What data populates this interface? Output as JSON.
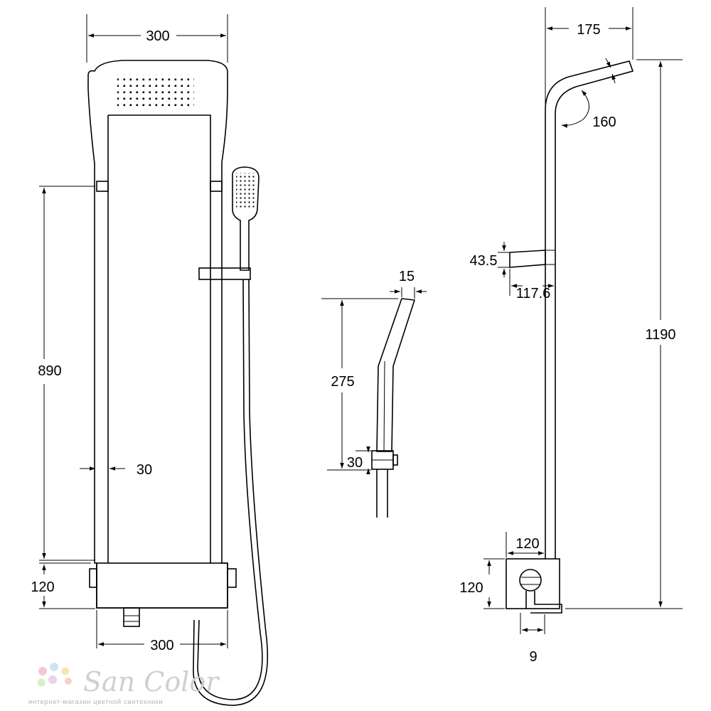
{
  "dimensions": {
    "front_top_width": "300",
    "front_panel_height": "890",
    "front_rail_width": "30",
    "front_base_height": "120",
    "front_bottom_width": "300",
    "hand_tip_width": "15",
    "hand_length": "275",
    "hand_holder_height": "30",
    "side_arm_reach": "175",
    "side_arm_angle": "160",
    "side_spout_height": "43.5",
    "side_spout_length": "117.6",
    "side_total_height": "1190",
    "side_base_width": "120",
    "side_base_height": "120",
    "side_outlet_offset": "9"
  },
  "watermark": {
    "brand": "San Color",
    "tagline": "интернет-магазин цветной сантехники",
    "dot_colors": [
      "#f3c9d6",
      "#cfe3f4",
      "#f6e6b3",
      "#d9eec9",
      "#e9d3ee",
      "#f8d2bf"
    ]
  }
}
